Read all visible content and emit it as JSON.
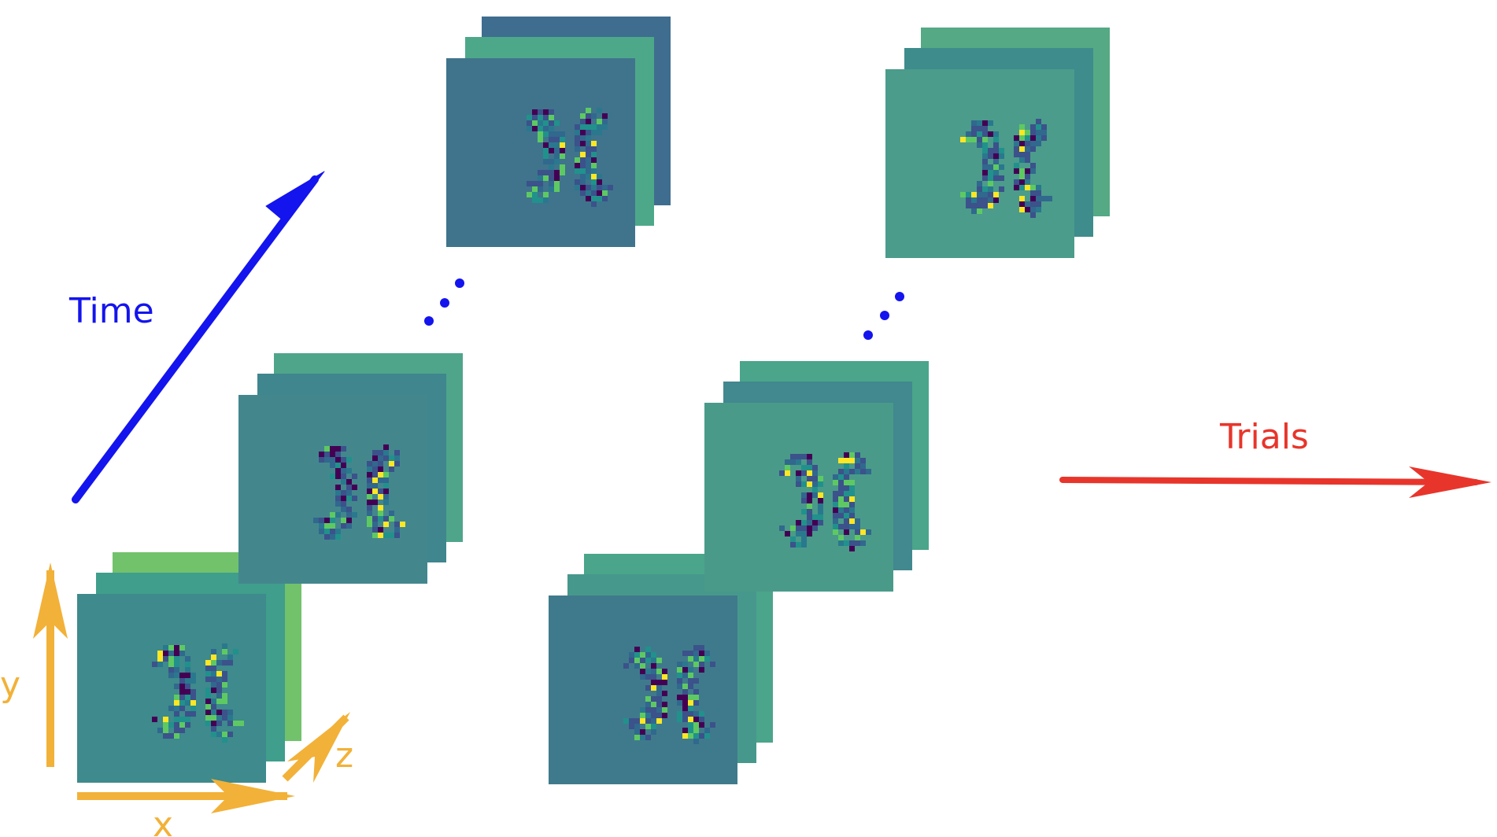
{
  "labels": {
    "time": "Time",
    "trials": "Trials",
    "axis_x": "x",
    "axis_y": "y",
    "axis_z": "z"
  },
  "colors": {
    "time_arrow": "#1414ee",
    "trials_arrow": "#e8352b",
    "axes": "#f2b138",
    "dots": "#1414ee",
    "brain_background": "#ffffff"
  },
  "stacks": [
    {
      "id": "trial1-t1",
      "trial": 1,
      "timepoint": "first",
      "slice_colors": [
        "#72c26c",
        "#3f9e8c",
        "#3e8a8c"
      ]
    },
    {
      "id": "trial1-t2",
      "trial": 1,
      "timepoint": "second",
      "slice_colors": [
        "#4fa58a",
        "#3f868e",
        "#43878d"
      ]
    },
    {
      "id": "trial1-tn",
      "trial": 1,
      "timepoint": "last",
      "slice_colors": [
        "#3f6d8f",
        "#4da88a",
        "#3f748c"
      ]
    },
    {
      "id": "trial2-t1",
      "trial": 2,
      "timepoint": "first",
      "slice_colors": [
        "#4aa58a",
        "#47988c",
        "#3f7a8c"
      ]
    },
    {
      "id": "trial2-t2",
      "trial": 2,
      "timepoint": "second",
      "slice_colors": [
        "#4aa58a",
        "#41888f",
        "#4a9a89"
      ]
    },
    {
      "id": "trial2-tn",
      "trial": 2,
      "timepoint": "last",
      "slice_colors": [
        "#55a985",
        "#3f8c8c",
        "#4b9c8b"
      ]
    }
  ],
  "brain_palette": [
    "#440154",
    "#3b528b",
    "#21918c",
    "#5ec962",
    "#fde725",
    "#2a788e",
    "#31688e"
  ]
}
